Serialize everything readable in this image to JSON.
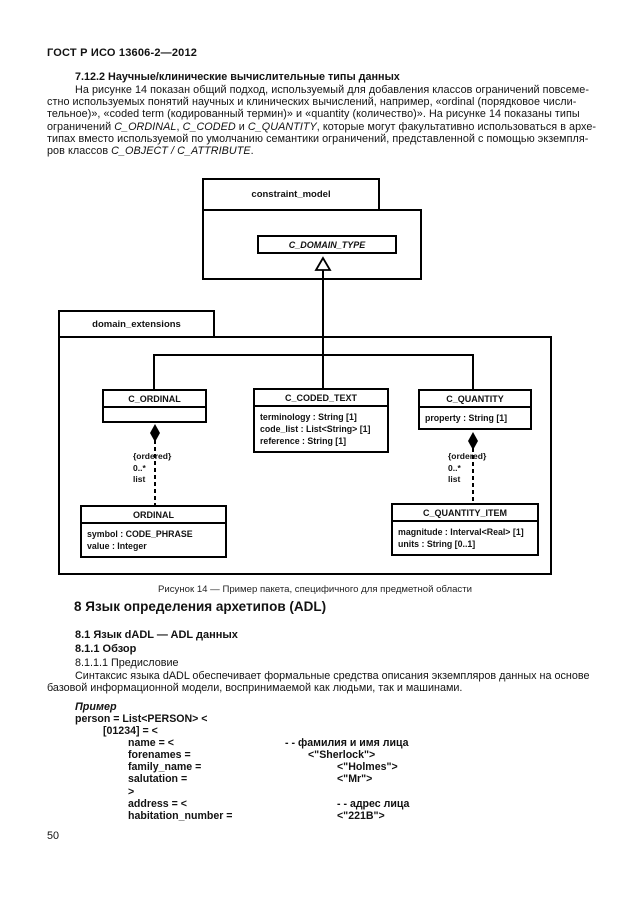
{
  "header": {
    "title": "ГОСТ Р ИСО 13606-2—2012"
  },
  "section7": {
    "heading": "7.12.2 Научные/клинические вычислительные типы данных",
    "para": {
      "l1": "На рисунке 14 показан общий подход, используемый для добавления классов ограничений повсеме-",
      "l2": "стно используемых понятий научных и клинических вычислений, например, «ordinal (порядковое числи-",
      "l3": "тельное)», «coded term (кодированный термин)» и «quantity (количество)». На рисунке 14 показаны типы",
      "l4a": "ограничений ",
      "l4b": "C_ORDINAL",
      "l4c": ", ",
      "l4d": "C_CODED",
      "l4e": " и ",
      "l4f": "C_QUANTITY",
      "l4g": ", которые могут факультативно использоваться в архе-",
      "l5": "типах вместо используемой по умолчанию семантики ограничений, представленной с помощью экземпля-",
      "l6a": "ров классов ",
      "l6b": "C_OBJECT / C_ATTRIBUTE",
      "l6c": "."
    }
  },
  "figure": {
    "caption": "Рисунок 14 — Пример пакета, специфичного для предметной области",
    "constraint_model": {
      "label": "constraint_model"
    },
    "c_domain_type": {
      "label": "C_DOMAIN_TYPE"
    },
    "domain_extensions": {
      "label": "domain_extensions"
    },
    "c_ordinal": {
      "label": "C_ORDINAL"
    },
    "c_coded_text": {
      "label": "C_CODED_TEXT",
      "attrs": [
        "terminology : String [1]",
        "code_list : List<String> [1]",
        "reference : String [1]"
      ]
    },
    "c_quantity": {
      "label": "C_QUANTITY",
      "attrs": [
        "property : String [1]"
      ]
    },
    "ordinal": {
      "label": "ORDINAL",
      "attrs": [
        "symbol : CODE_PHRASE",
        "value : Integer"
      ]
    },
    "c_quantity_item": {
      "label": "C_QUANTITY_ITEM",
      "attrs": [
        "magnitude : Interval<Real> [1]",
        "units : String [0..1]"
      ]
    },
    "assoc_left": {
      "constraint": "{ordered}",
      "multiplicity": "0..*",
      "role": "list"
    },
    "assoc_right": {
      "constraint": "{ordered}",
      "multiplicity": "0..*",
      "role": "list"
    }
  },
  "section8": {
    "heading": "8 Язык определения архетипов (ADL)",
    "sub1": "8.1 Язык dADL — ADL данных",
    "sub2": "8.1.1 Обзор",
    "sub3": "8.1.1.1 Предисловие",
    "para_l1": "Синтаксис языка dADL обеспечивает формальные средства описания экземпляров данных на основе",
    "para_l2": "базовой информационной модели, воспринимаемой как людьми, так и машинами."
  },
  "example": {
    "label": "Пример",
    "r1": {
      "left": "person = List<PERSON> <"
    },
    "r2": {
      "left": "[01234] = <"
    },
    "r3": {
      "left": "name = <",
      "right": "- - фамилия и имя лица"
    },
    "r4": {
      "left": "forenames =",
      "right": "<\"Sherlock\">"
    },
    "r5": {
      "left": "family_name =",
      "right": "<\"Holmes\">"
    },
    "r6": {
      "left": "salutation =",
      "right": "<\"Mr\">"
    },
    "r7": {
      "left": ">"
    },
    "r8": {
      "left": "address = <",
      "right": "- - адрес лица"
    },
    "r9": {
      "left": "habitation_number =",
      "right": "<\"221B\">"
    }
  },
  "page_number": "50"
}
